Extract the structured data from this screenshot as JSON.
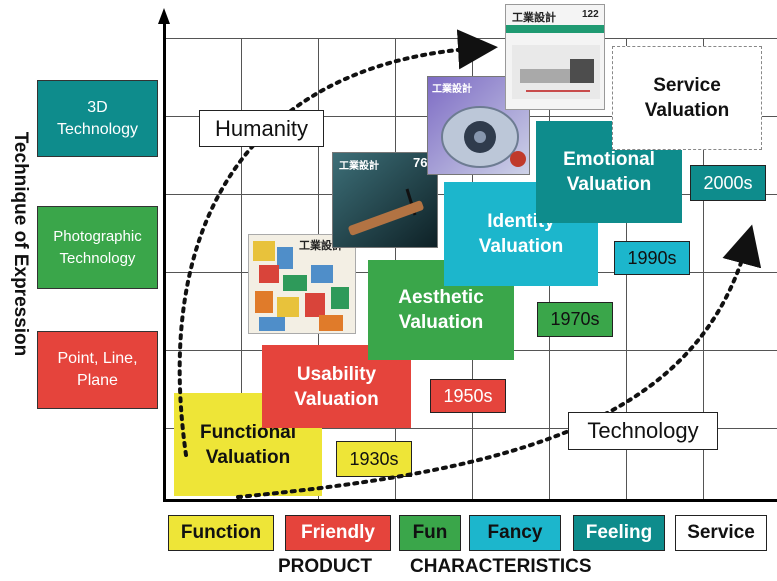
{
  "y_axis_title": "Technique of Expression",
  "x_axis_title": [
    "PRODUCT",
    "CHARACTERISTICS"
  ],
  "techniques": [
    {
      "label": "3D\nTechnology",
      "color": "#0e8c8c"
    },
    {
      "label": "Photographic\nTechnology",
      "color": "#3aa64a"
    },
    {
      "label": "Point, Line,\nPlane",
      "color": "#e5443c"
    }
  ],
  "valuations": [
    {
      "label": "Functional\nValuation",
      "color": "#eee537",
      "text_color": "#111"
    },
    {
      "label": "Usability\nValuation",
      "color": "#e5443c",
      "text_color": "#fff"
    },
    {
      "label": "Aesthetic\nValuation",
      "color": "#3aa64a",
      "text_color": "#fff"
    },
    {
      "label": "Identity\nValuation",
      "color": "#1cb6cc",
      "text_color": "#fff"
    },
    {
      "label": "Emotional\nValuation",
      "color": "#0e8c8c",
      "text_color": "#fff"
    },
    {
      "label": "Service\nValuation",
      "color": "#ffffff",
      "text_color": "#111"
    }
  ],
  "years": [
    {
      "label": "1930s",
      "color": "#eee537",
      "text_color": "#111"
    },
    {
      "label": "1950s",
      "color": "#e5443c",
      "text_color": "#fff"
    },
    {
      "label": "1970s",
      "color": "#3aa64a",
      "text_color": "#111"
    },
    {
      "label": "1990s",
      "color": "#1cb6cc",
      "text_color": "#111"
    },
    {
      "label": "2000s",
      "color": "#0e8c8c",
      "text_color": "#fff"
    }
  ],
  "characteristics": [
    {
      "label": "Function",
      "color": "#eee537",
      "text_color": "#111"
    },
    {
      "label": "Friendly",
      "color": "#e5443c",
      "text_color": "#fff"
    },
    {
      "label": "Fun",
      "color": "#3aa64a",
      "text_color": "#111"
    },
    {
      "label": "Fancy",
      "color": "#1cb6cc",
      "text_color": "#111"
    },
    {
      "label": "Feeling",
      "color": "#0e8c8c",
      "text_color": "#fff"
    },
    {
      "label": "Service",
      "color": "#ffffff",
      "text_color": "#111"
    }
  ],
  "humanity_label": "Humanity",
  "technology_label": "Technology",
  "magazines": [
    {
      "title": "工業設計",
      "issue": ""
    },
    {
      "title": "工業設計",
      "issue": "76"
    },
    {
      "title": "工業設計",
      "issue": ""
    },
    {
      "title": "工業設計",
      "issue": "122"
    }
  ]
}
